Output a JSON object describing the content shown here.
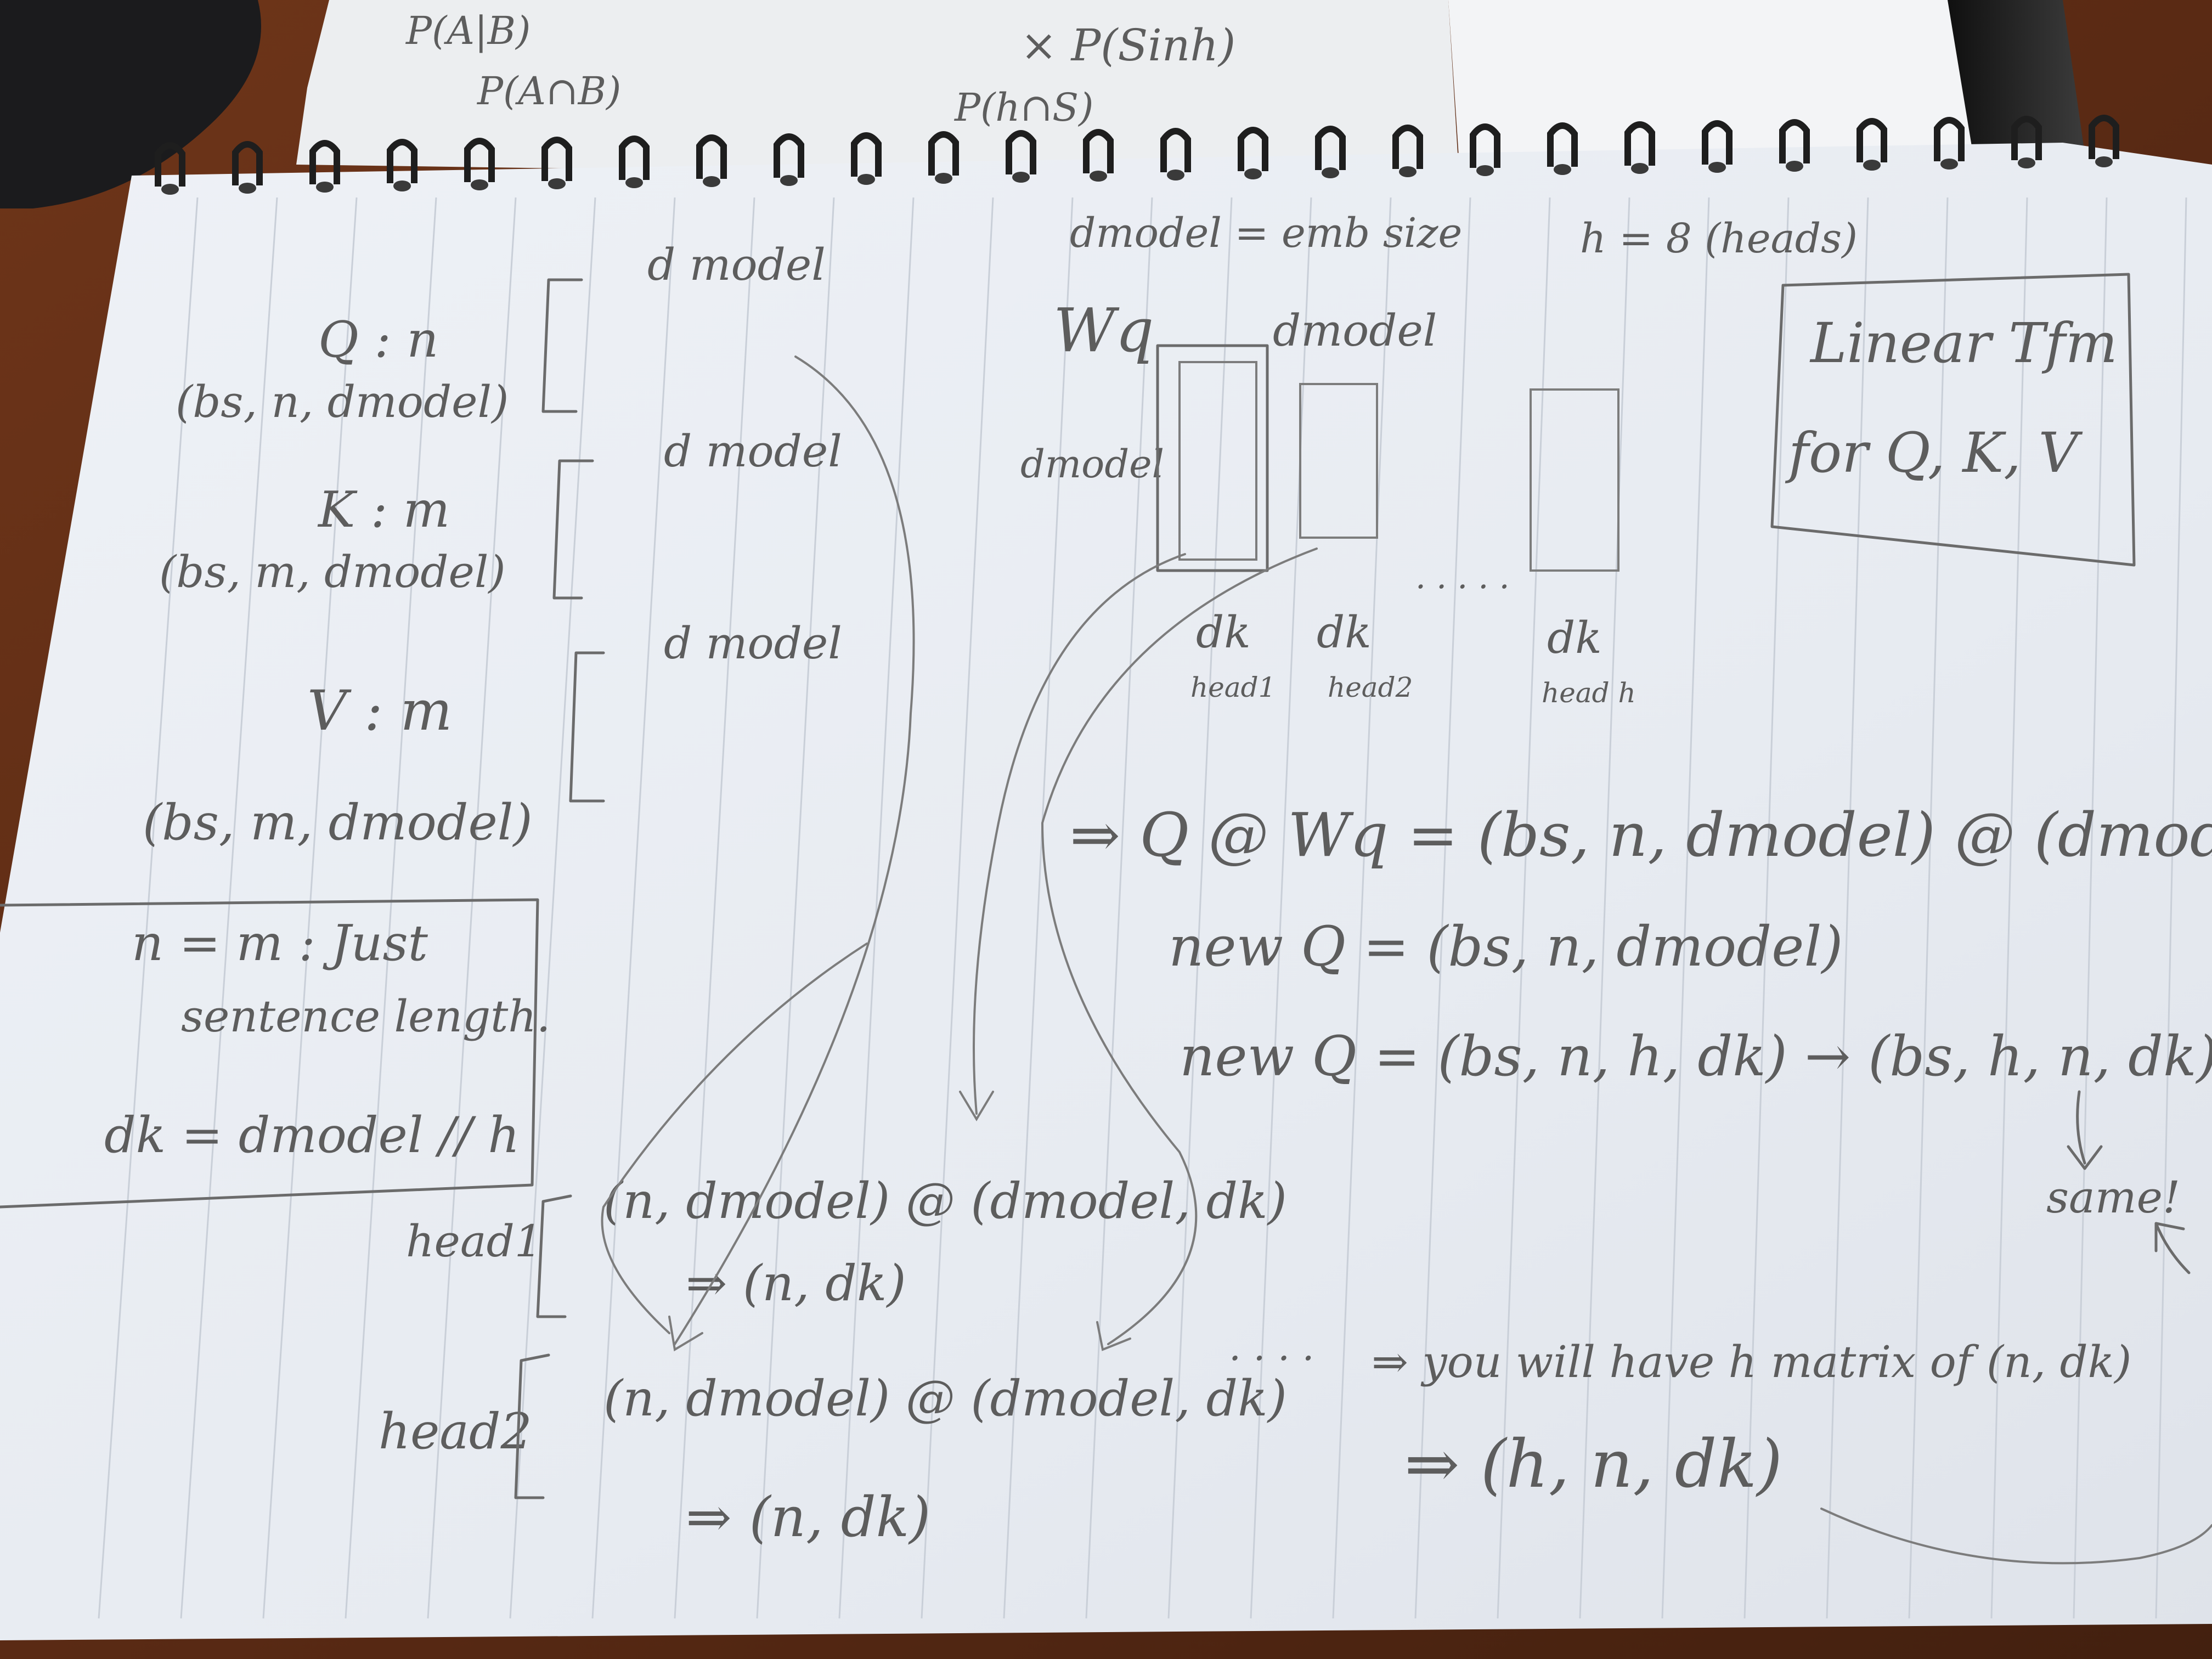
{
  "objects": {
    "desk": "wooden desk",
    "mouse": "black computer mouse",
    "pen": "black pen",
    "back_sheet": "loose paper sheet",
    "notebook": "spiral notebook, lined paper"
  },
  "back_sheet_text": {
    "a": "P(A|B)",
    "b": "P(A∩B)",
    "c": "× P(Sinh)",
    "d": "P(h∩S)"
  },
  "header": {
    "dmodel_def": "dmodel = emb size",
    "h_def": "h = 8 (heads)"
  },
  "inputs": {
    "q_label": "Q : n",
    "q_shape": "(bs, n, dmodel)",
    "k_label": "K : m",
    "k_shape": "(bs, m, dmodel)",
    "v_label": "V : m",
    "v_shape": "(bs, m, dmodel)",
    "dmodel": "d model"
  },
  "note_box": {
    "line1": "n = m : Just",
    "line2": "sentence length.",
    "line3": "dk = dmodel // h"
  },
  "weights": {
    "wq": "Wq",
    "dmodel_top": "dmodel",
    "dmodel_side": "dmodel",
    "dk": "dk",
    "head1": "head1",
    "head2": "head2",
    "headh": "head h",
    "dots": "· · · · ·"
  },
  "title_box": {
    "line1": "Linear Tfm",
    "line2": "for Q, K, V"
  },
  "equations": {
    "eq1": "⇒ Q @ Wq = (bs, n, dmodel) @ (dmodel, dmodel)",
    "eq2": "new Q = (bs, n, dmodel)",
    "eq3": "new Q = (bs, n, h, dk) → (bs, h, n, dk)",
    "same": "same!"
  },
  "heads": {
    "head1_label": "head1",
    "head1_eq": "(n, dmodel) @ (dmodel, dk)",
    "head1_res": "⇒ (n, dk)",
    "head2_label": "head2",
    "head2_eq": "(n, dmodel) @ (dmodel, dk)",
    "head2_res": "⇒ (n, dk)",
    "dots": "· · · ·",
    "summary": "⇒ you will have h matrix of (n, dk)",
    "summary_res": "⇒ (h, n, dk)"
  }
}
